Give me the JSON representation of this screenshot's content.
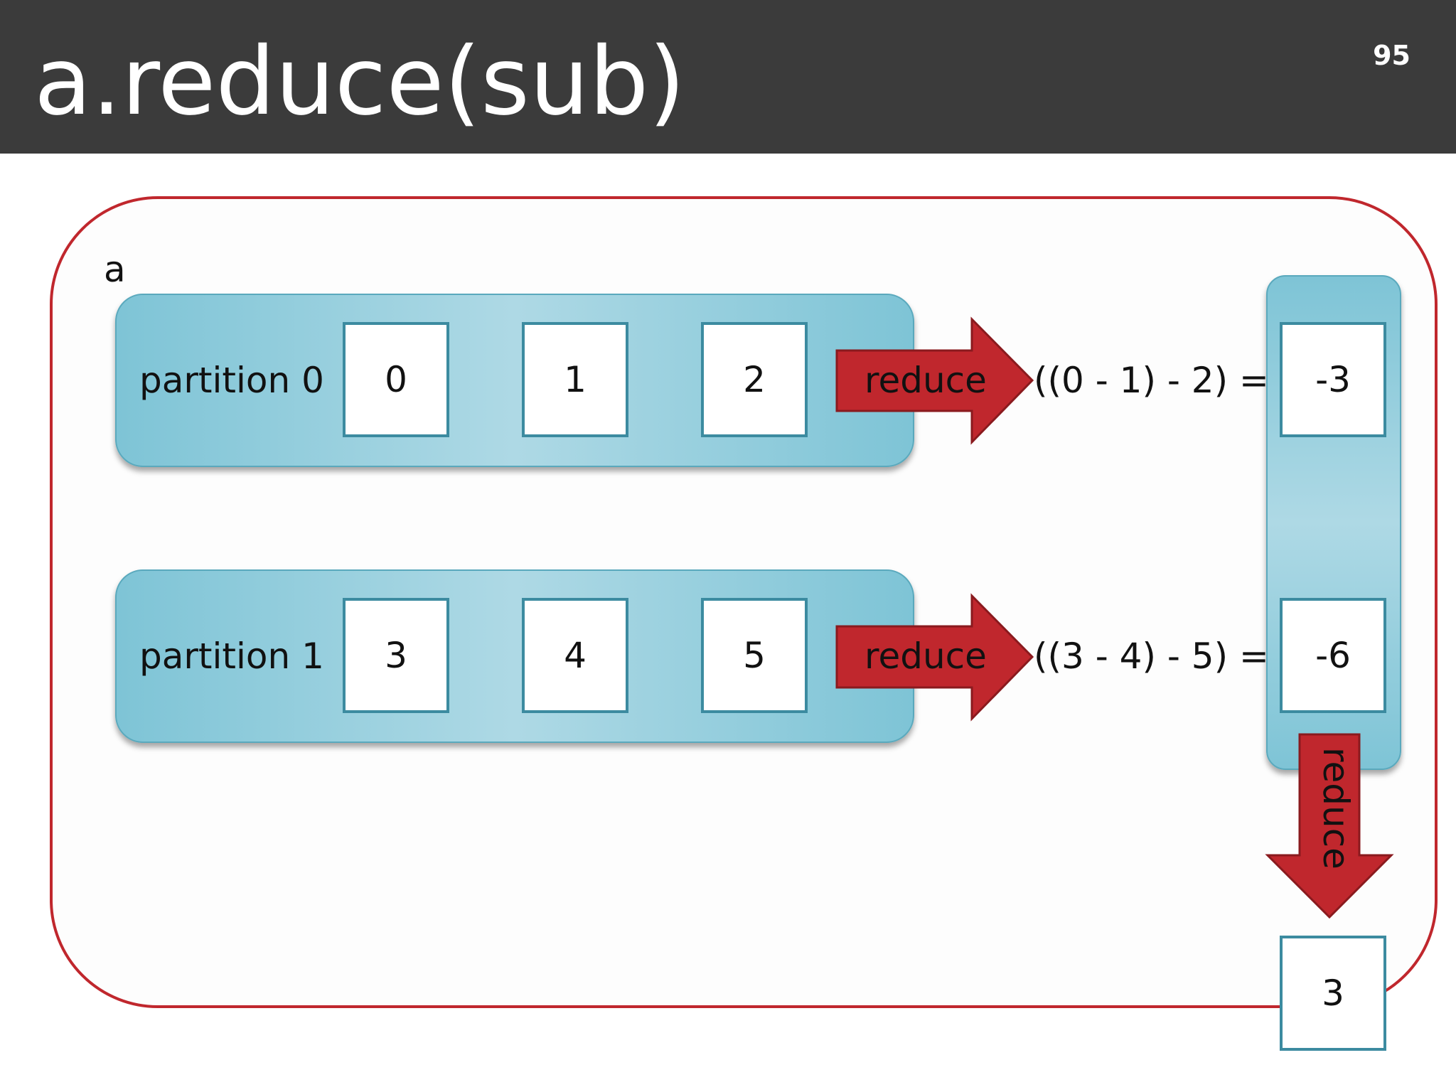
{
  "slide": {
    "title": "a.reduce(sub)",
    "page_number": "95"
  },
  "diagram": {
    "rdd_name": "a",
    "partitions": [
      {
        "label": "partition 0",
        "elements": [
          "0",
          "1",
          "2"
        ],
        "arrow_label": "reduce",
        "expression": "((0 - 1) - 2) =",
        "result": "-3"
      },
      {
        "label": "partition 1",
        "elements": [
          "3",
          "4",
          "5"
        ],
        "arrow_label": "reduce",
        "expression": "((3 - 4) - 5) =",
        "result": "-6"
      }
    ],
    "final_arrow_label": "reduce",
    "final_result": "3"
  },
  "colors": {
    "header_background": "#3b3b3b",
    "outer_border": "#c0272d",
    "partition_fill": "#a8d8e4",
    "box_border": "#3c8ba0",
    "arrow_fill": "#c0272d"
  }
}
